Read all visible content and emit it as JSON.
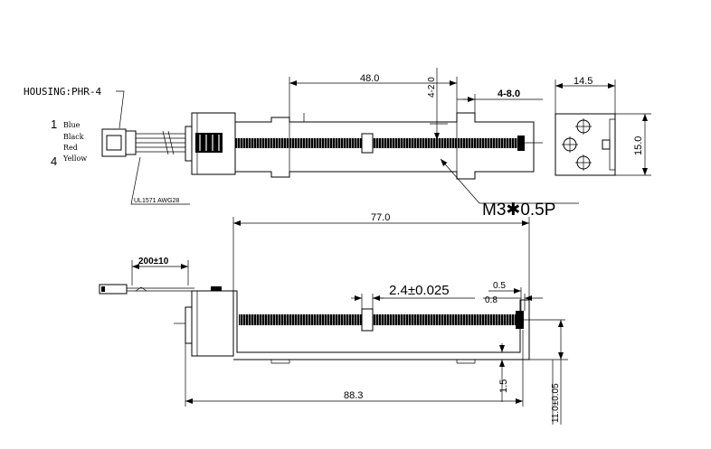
{
  "housing": {
    "label": "HOUSING:PHR-4"
  },
  "wires": {
    "pin_first": "1",
    "pin_last": "4",
    "colors": [
      "Blue",
      "Black",
      "Red",
      "Yellow"
    ]
  },
  "cable": {
    "spec": "UL1571 AWG28"
  },
  "thread": {
    "label": "M3✱0.5P"
  },
  "top_view_dims": {
    "length": "48.0",
    "slot_top": "4-2.0",
    "slot_side": "4-8.0"
  },
  "end_view_dims": {
    "width": "14.5",
    "height": "15.0"
  },
  "side_view_dims": {
    "overall_frame": "77.0",
    "lead_length": "200±10",
    "pitch_tol": "2.4±0.025",
    "gap_a": "0.5",
    "gap_b": "0.8",
    "overall_length": "88.3",
    "base_thickness": "1.5",
    "axis_height": "11.0±0.05"
  }
}
